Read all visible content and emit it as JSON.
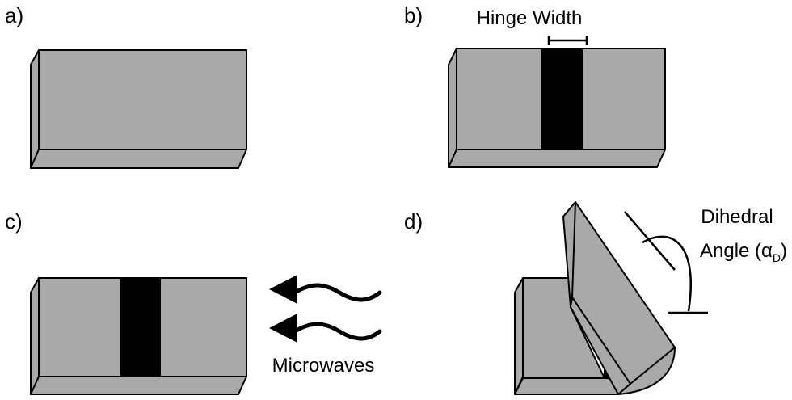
{
  "panels": {
    "a": {
      "label": "a)"
    },
    "b": {
      "label": "b)",
      "annotation": "Hinge Width"
    },
    "c": {
      "label": "c)",
      "annotation": "Microwaves"
    },
    "d": {
      "label": "d)",
      "annotation_line1": "Dihedral",
      "annotation_line2_prefix": "Angle (α",
      "annotation_subscript": "D",
      "annotation_suffix": ")"
    }
  },
  "colors": {
    "sheet": "#a9a9a9",
    "hinge": "#000000",
    "outline": "#000000"
  },
  "icons": [
    "wave-arrow-icon"
  ]
}
